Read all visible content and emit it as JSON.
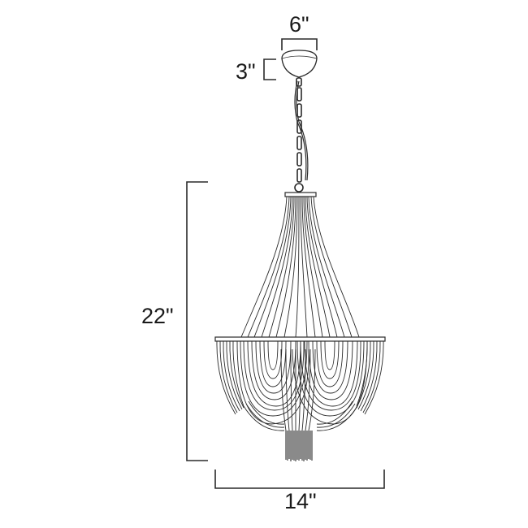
{
  "diagram": {
    "subject": "Chain-draped pendant chandelier dimension drawing",
    "line_color": "#2a2a2a",
    "background": "#ffffff",
    "dimensions": {
      "canopy_width": {
        "label": "6\"",
        "value_in": 6
      },
      "canopy_height": {
        "label": "3\"",
        "value_in": 3
      },
      "fixture_height": {
        "label": "22\"",
        "value_in": 22
      },
      "fixture_width": {
        "label": "14\"",
        "value_in": 14
      }
    },
    "parts": [
      "canopy",
      "chain",
      "power-cord",
      "top-ring",
      "chain-strands",
      "middle-ring",
      "draped-swags",
      "bottom-tassel"
    ]
  }
}
